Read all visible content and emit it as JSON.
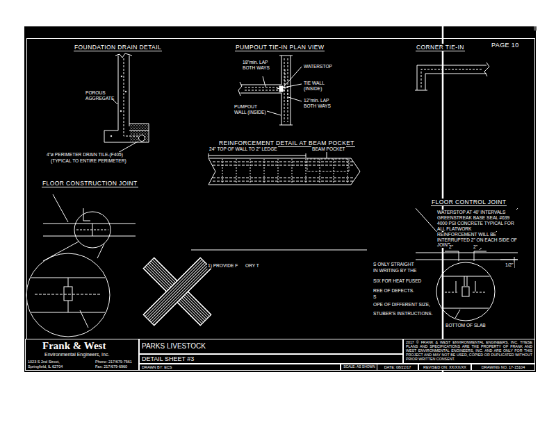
{
  "diagram": {
    "nodes": [
      {
        "text": [
          "Frank & West",
          "Environmental Engineers, Inc.",
          "1023 S 2nd Street,",
          "Springfield, IL 62704",
          "Phone: 217/679-7561",
          "Fax: 217/679-6960"
        ]
      },
      {
        "text": [
          "PARKS LIVESTOCK"
        ]
      },
      {
        "text": [
          "DETAIL SHEET #3"
        ]
      },
      {
        "text": [
          "DRAWN BY: ECS"
        ]
      },
      {
        "text": [
          "2017 © FRANK & WEST ENVIRONMENTAL ENGINEERS, INC. THESE PLANS AND SPECIFICATIONS ARE THE PROPERTY OF FRANK AND WEST ENVIRONMENTAL ENGINEERS, INC. AND ARE ONLY FOR THIS PROJECT AND MAY NOT BE USED, COPIED OR DUPLICATED WITHOUT PRIOR WRITTEN CONSENT."
        ]
      },
      {
        "text": [
          "SCALE: AS SHOWN"
        ]
      },
      {
        "text": [
          "DATE: 08/22/17"
        ]
      },
      {
        "text": [
          "REVISED ON: XX/XX/XX"
        ]
      },
      {
        "text": [
          "DRAWING NO. 17-15104"
        ]
      }
    ],
    "labels": [
      "FOUNDATION DRAIN DETAIL",
      "PUMPOUT TIE-IN PLAN VIEW",
      "CORNER TIE-IN",
      "PAGE 10",
      "POROUS AGGREGATE",
      "4\"ø PERIMETER DRAIN TILE-(F405)",
      "(TYPICAL TO ENTIRE PERIMETER)",
      "18\"min. LAP BOTH WAYS",
      "WATERSTOP",
      "TIE WALL (INSIDE)",
      "12\"min. LAP BOTH WAYS",
      "PUMPOUT WALL (INSIDE)",
      "REINFORCEMENT DETAIL AT BEAM POCKET",
      "24\" TOP OF WALL TO 2\" LEDGE",
      "BEAM POCKET",
      "FLOOR CONSTRUCTION JOINT",
      "FLOOR CONTROL JOINT",
      "WATERSTOP AT 40' INTERVALS",
      "GREENSTREAK BASE SEAL #639",
      "4000 PSI CONCRETE TYPICAL FOR ALL FLATWORK",
      "REINFORCEMENT WILL BE INTERRUPTED 2\" ON EACH SIDE OF JOINT",
      "2\"",
      "2\"",
      "1/2\"",
      "BOTTOM OF SLAB",
      "1) PROVIDE F",
      "ORY T",
      "S ONLY STRAIGHT",
      "IN WRITING BY THE",
      "SIX FOR HEAT FUSED",
      "REE OF DEFECTS.",
      "S",
      "OPE OF DIFFERENT SIZE,",
      "STUBER'S INSTRUCTIONS."
    ]
  }
}
